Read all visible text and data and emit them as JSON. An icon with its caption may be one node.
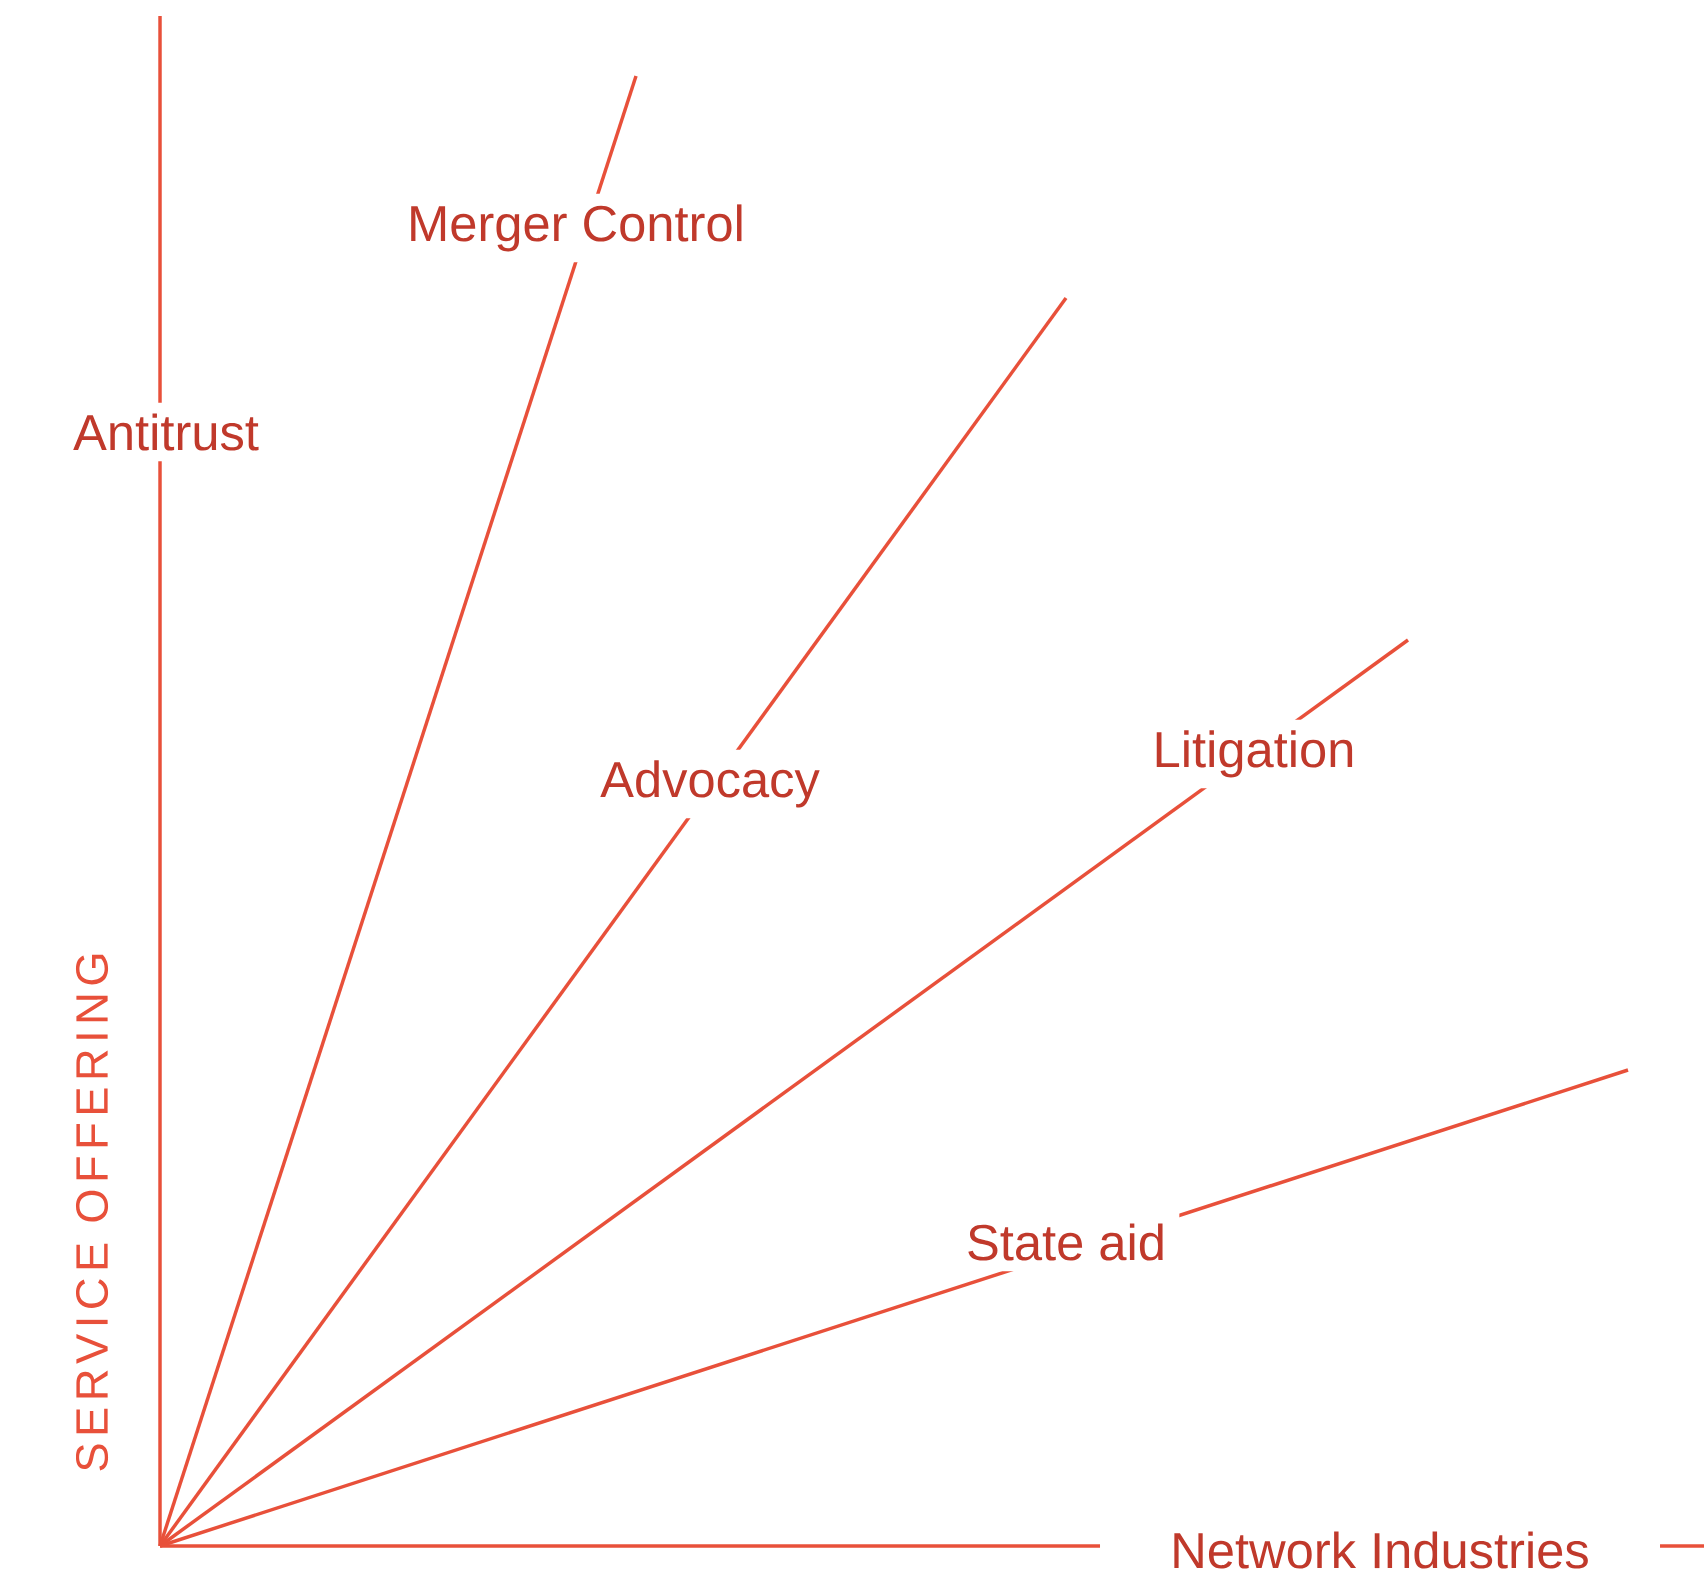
{
  "diagram": {
    "labels": [
      "Merger Control",
      "Antitrust",
      "Litigation",
      "Advocacy",
      "State aid",
      "SERVICE OFFERING",
      "Network Industries"
    ]
  }
}
